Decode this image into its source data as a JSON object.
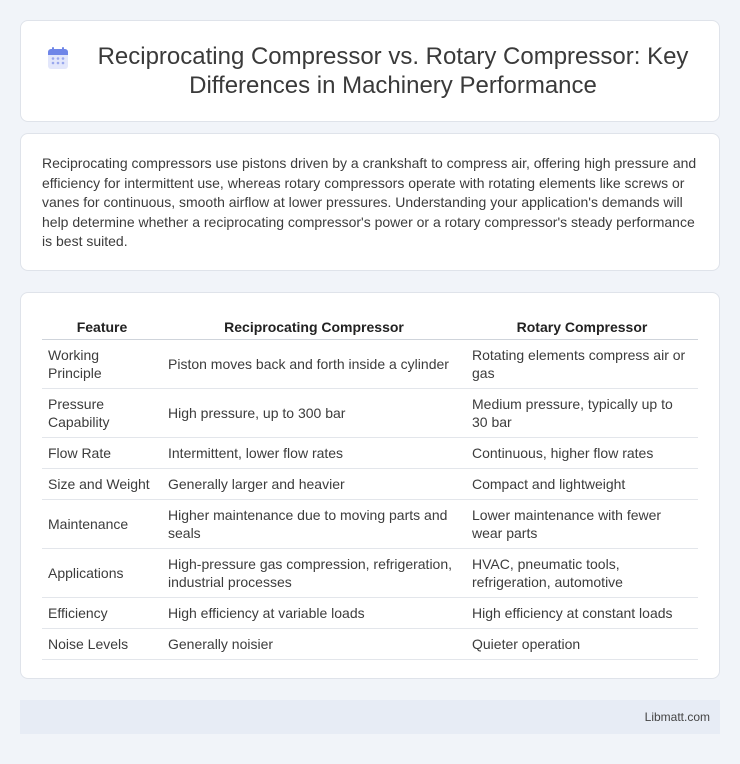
{
  "header": {
    "title": "Reciprocating Compressor vs. Rotary Compressor: Key Differences in Machinery Performance",
    "icon": "calendar-icon",
    "icon_colors": {
      "top": "#6f86e8",
      "body": "#e3e7fb",
      "dots": "#9aa8ee"
    }
  },
  "intro": {
    "text": "Reciprocating compressors use pistons driven by a crankshaft to compress air, offering high pressure and efficiency for intermittent use, whereas rotary compressors operate with rotating elements like screws or vanes for continuous, smooth airflow at lower pressures. Understanding your application's demands will help determine whether a reciprocating compressor's power or a rotary compressor's steady performance is best suited."
  },
  "table": {
    "headers": [
      "Feature",
      "Reciprocating Compressor",
      "Rotary Compressor"
    ],
    "rows": [
      [
        "Working Principle",
        "Piston moves back and forth inside a cylinder",
        "Rotating elements compress air or gas"
      ],
      [
        "Pressure Capability",
        "High pressure, up to 300 bar",
        "Medium pressure, typically up to 30 bar"
      ],
      [
        "Flow Rate",
        "Intermittent, lower flow rates",
        "Continuous, higher flow rates"
      ],
      [
        "Size and Weight",
        "Generally larger and heavier",
        "Compact and lightweight"
      ],
      [
        "Maintenance",
        "Higher maintenance due to moving parts and seals",
        "Lower maintenance with fewer wear parts"
      ],
      [
        "Applications",
        "High-pressure gas compression, refrigeration, industrial processes",
        "HVAC, pneumatic tools, refrigeration, automotive"
      ],
      [
        "Efficiency",
        "High efficiency at variable loads",
        "High efficiency at constant loads"
      ],
      [
        "Noise Levels",
        "Generally noisier",
        "Quieter operation"
      ]
    ]
  },
  "footer": {
    "text": "Libmatt.com"
  }
}
